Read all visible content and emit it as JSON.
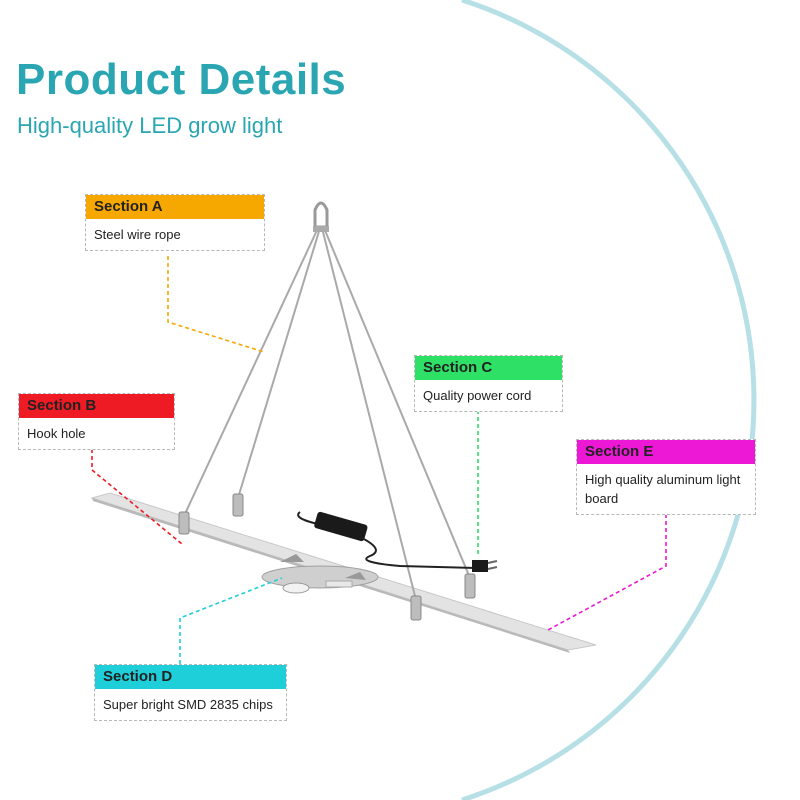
{
  "header": {
    "title": "Product Details",
    "subtitle": "High-quality LED grow light"
  },
  "sections": [
    {
      "key": "a",
      "title": "Section A",
      "description": "Steel wire rope",
      "color": "#f7a800"
    },
    {
      "key": "b",
      "title": "Section B",
      "description": "Hook hole",
      "color": "#ee1b24"
    },
    {
      "key": "c",
      "title": "Section C",
      "description": "Quality power cord",
      "color": "#2fe066"
    },
    {
      "key": "d",
      "title": "Section D",
      "description": "Super bright SMD 2835 chips",
      "color": "#1ecfd9"
    },
    {
      "key": "e",
      "title": "Section E",
      "description": "High quality aluminum light board",
      "color": "#ec18d6"
    }
  ],
  "colors": {
    "accent": "#2aa6b3",
    "arc": "#b6e0e6",
    "board": "#d9d9d9",
    "wire": "#a9a9a9"
  }
}
